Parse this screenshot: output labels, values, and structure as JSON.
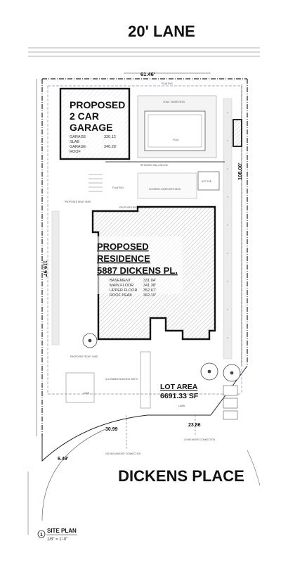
{
  "streets": {
    "top": "20' LANE",
    "bottom": "DICKENS PLACE"
  },
  "garage": {
    "title_lines": [
      "PROPOSED",
      "2 CAR",
      "GARAGE"
    ],
    "elevations": [
      {
        "label": "GARAGE",
        "value": "330.12"
      },
      {
        "label": "SLAB",
        "value": ""
      },
      {
        "label": "GARAGE",
        "value": "340.28'"
      },
      {
        "label": "ROOF",
        "value": ""
      }
    ]
  },
  "residence": {
    "title_lines": [
      "PROPOSED",
      "RESIDENCE",
      "5887 DICKENS PL."
    ],
    "elevations": [
      {
        "label": "BASEMENT",
        "value": "331.04'"
      },
      {
        "label": "MAIN FLOOR",
        "value": "341.38'"
      },
      {
        "label": "UPPER FLOOR",
        "value": "352.67'"
      },
      {
        "label": "ROOF PEAK",
        "value": "362.10'"
      }
    ]
  },
  "lot_area": {
    "label": "LOT AREA",
    "value": "6691.33 SF"
  },
  "dimensions": {
    "rear_width": "61.46'",
    "left_depth": "119.97'",
    "right_depth": "108.00'",
    "front_arc": "30.99",
    "front_segment": "23.86",
    "corner": "6.49'"
  },
  "site_features": {
    "pool": "POOL",
    "hot_tub": "HOT TUB",
    "deck": "CONC. PAVER DECK",
    "covered_deck": "COVERED COMPOSITE DECK",
    "retaining_wall": "RETAINING WALL BELOW",
    "planting": "PLANTING",
    "lawn": "LAWN",
    "rear_yard": "PROPOSED REAR YARD",
    "front_yard": "PROPOSED FRONT YARD",
    "building_width": "PROPOSED BUILDING WIDTH",
    "allowable_width": "ALLOWABLE BUILDING WIDTH",
    "sanitary": "100 MM SANITARY CONNECTION",
    "water": "19 MM WATER CONNECTION"
  },
  "sheet": {
    "number": "1",
    "title": "SITE PLAN",
    "scale": "1/8\" = 1'-0\""
  },
  "colors": {
    "ink": "#111111",
    "line": "#555555",
    "setback": "#9a7fc4",
    "accent": "#c03030"
  }
}
